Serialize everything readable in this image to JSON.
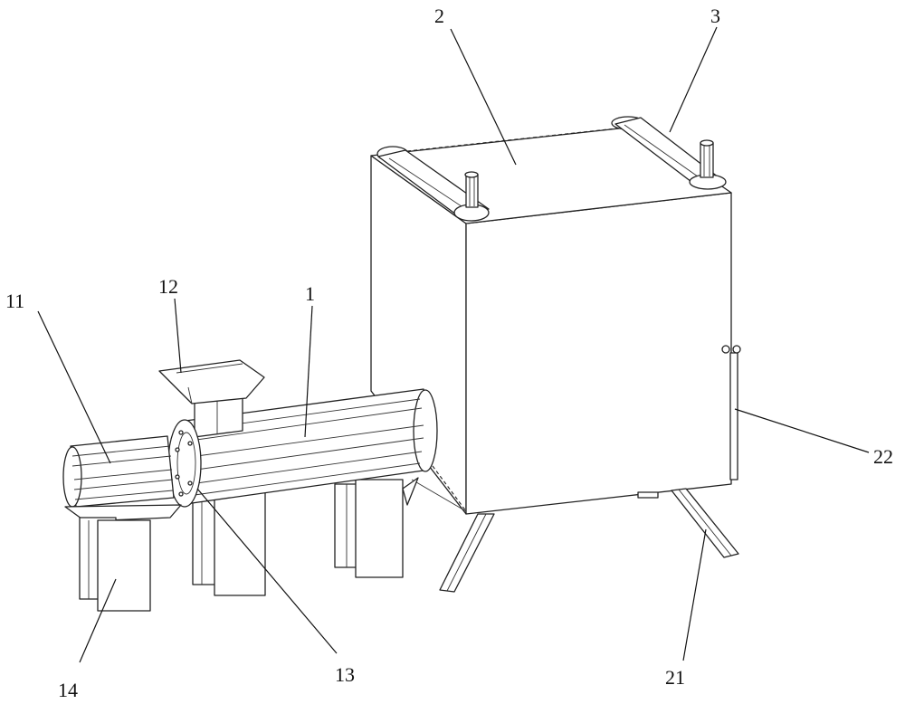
{
  "labels": {
    "l1": "1",
    "l2": "2",
    "l3": "3",
    "l11": "11",
    "l12": "12",
    "l13": "13",
    "l14": "14",
    "l21": "21",
    "l22": "22"
  }
}
